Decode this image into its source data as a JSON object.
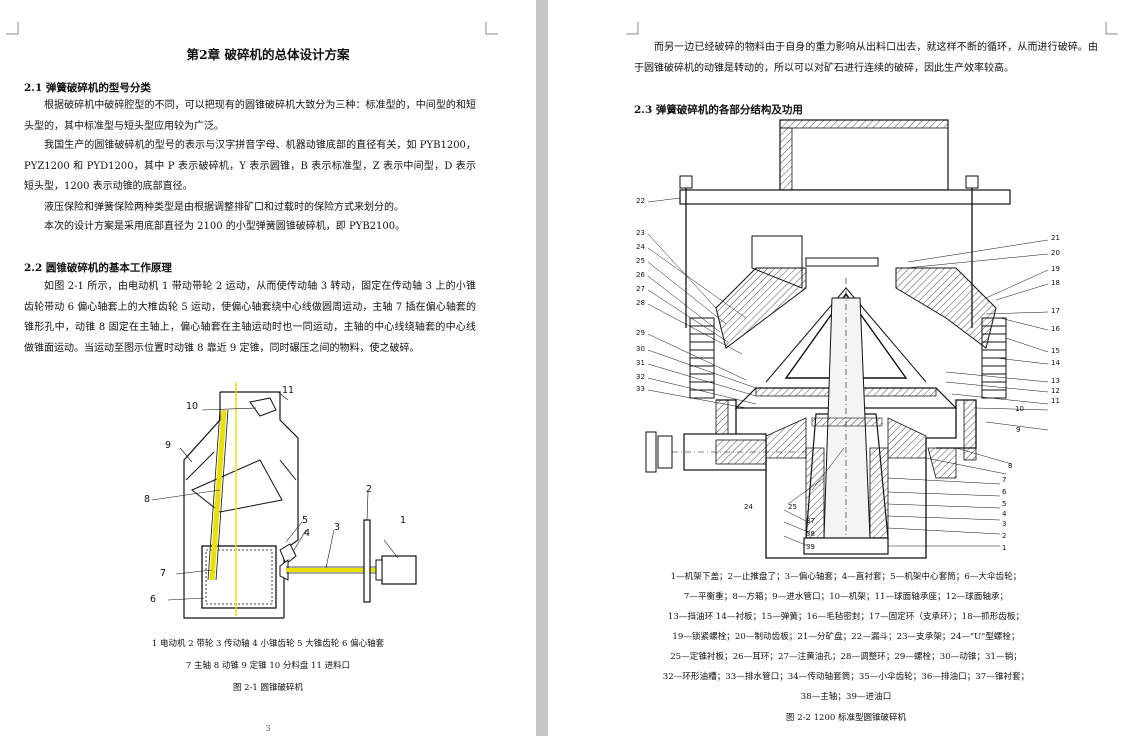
{
  "left_page": {
    "chapter_title": "第2章   破碎机的总体设计方案",
    "section_2_1": {
      "heading": "2.1  弹簧破碎机的型号分类",
      "paragraphs": [
        "根据破碎机中破碎腔型的不同，可以把现有的圆锥破碎机大致分为三种：标准型的，中间型的和短头型的，其中标准型与短头型应用较为广泛。",
        "我国生产的圆锥破碎机的型号的表示与汉字拼音字母、机器动锥底部的直径有关，如 PYB1200，PYZ1200 和 PYD1200，其中 P 表示破碎机，Y 表示圆锥，B 表示标准型，Z 表示中间型，D 表示短头型，1200 表示动锥的底部直径。",
        "液压保险和弹簧保险两种类型是由根据调整排矿口和过载时的保险方式来划分的。",
        "本次的设计方案是采用底部直径为 2100 的小型弹簧圆锥破碎机，即 PYB2100。"
      ]
    },
    "section_2_2": {
      "heading": "2.2  圆锥破碎机的基本工作原理",
      "paragraph": "如图 2-1 所示，由电动机 1 带动带轮 2 运动，从而使传动轴 3 转动，固定在传动轴 3 上的小锥齿轮带动 6 偏心轴套上的大椎齿轮 5 运动，使偏心轴套绕中心线做圆周运动，主轴 7 插在偏心轴套的锥形孔中，动锥 8 固定在主轴上，偏心轴套在主轴运动时也一同运动，主轴的中心线绕轴套的中心线做锥面运动。当运动至图示位置时动锥 8 靠近 9 定锥，同时碾压之间的物料，使之破碎。"
    },
    "figure_2_1": {
      "labels": [
        "1",
        "2",
        "3",
        "4",
        "5",
        "6",
        "7",
        "8",
        "9",
        "10",
        "11"
      ],
      "legend_line1": "1  电动机   2  带轮   3  传动轴   4  小锥齿轮   5  大锥齿轮   6  偏心轴套",
      "legend_line2": "7  主轴   8  动锥   9  定锥   10  分料盘   11  进料口",
      "caption": "图 2-1    圆锥破碎机"
    },
    "page_number": "3"
  },
  "right_page": {
    "continuation_text": "而另一边已经破碎的物料由于自身的重力影响从出料口出去，就这样不断的循环，从而进行破碎。由于圆锥破碎机的动锥是转动的，所以可以对矿石进行连续的破碎，因此生产效率较高。",
    "section_2_3": {
      "heading": "2.3  弹簧破碎机的各部分结构及功用"
    },
    "figure_2_2": {
      "labels_right": [
        "21",
        "20",
        "19",
        "18",
        "17",
        "16",
        "15",
        "14",
        "13",
        "12",
        "11",
        "10",
        "9"
      ],
      "labels_left": [
        "22",
        "23",
        "24",
        "25",
        "26",
        "27",
        "28",
        "29",
        "30",
        "31",
        "32",
        "33"
      ],
      "labels_bottom_right": [
        "8",
        "7",
        "6",
        "5",
        "4",
        "3",
        "2",
        "1"
      ],
      "labels_bottom_left": [
        "24",
        "25",
        "37",
        "38",
        "39"
      ],
      "legend_lines": [
        "1—机架下盖；2—止推盘了；3—偏心轴套；4—直衬套；5—机架中心套筒；6—大伞齿轮；",
        "7—平衡重；8—方箱；9—进水管口；10—机架；11—球面轴承座；12—球面轴承；",
        "13—挡油环 14—衬板；15—弹簧；16—毛毡密封；17—固定环（支承环）；18—抓形齿板；",
        "19—锁紧螺栓；20—制动齿板；21—分矿盘；22—漏斗；23—支承架；24—\"U\"型螺栓；",
        "25—定锥衬板；26—耳环；27—注黄油孔；28—调整环；29—螺栓；30—动锥；31—销；",
        "32—环形油槽；33—排水管口；34—传动轴套筒；35—小伞齿轮；36—排油口；37—锥衬套；",
        "38—主轴；39—进油口"
      ],
      "caption": "图 2-2  1200 标准型圆锥破碎机"
    }
  }
}
